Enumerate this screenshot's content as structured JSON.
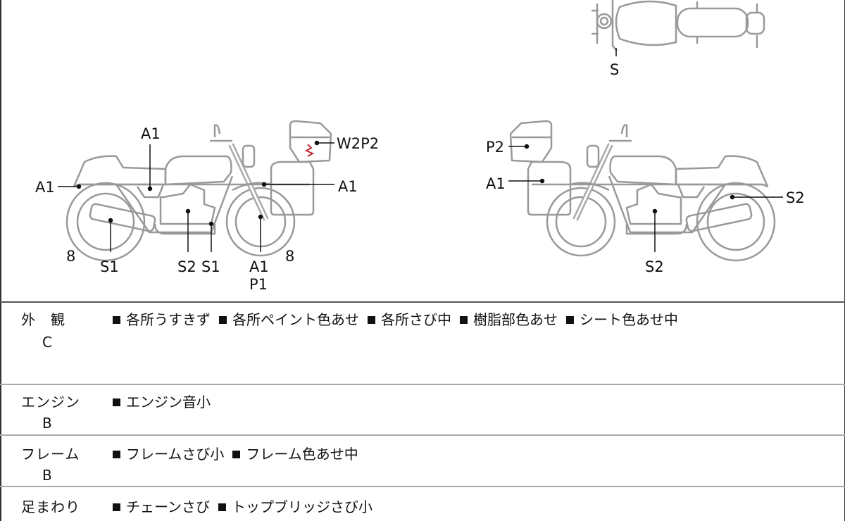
{
  "diagram": {
    "top_view_labels": [
      "S"
    ],
    "left_view_labels": {
      "a1_tank": "A1",
      "a1_tail": "A1",
      "w2p2": "W2P2",
      "a1_fender": "A1",
      "rear_tire": "8",
      "s1_muffler": "S1",
      "s2_engine": "S2",
      "s1_exhaust": "S1",
      "a1_fork": "A1",
      "p1_fork": "P1",
      "front_tire": "8"
    },
    "right_view_labels": {
      "p2_topcase": "P2",
      "a1_sidecase": "A1",
      "s2_rear": "S2",
      "s2_engine": "S2"
    },
    "scratch_mark_color": "#c0282d"
  },
  "sections": [
    {
      "category": "外　観",
      "grade": "C",
      "items": [
        "各所うすきず",
        "各所ペイント色あせ",
        "各所さび中",
        "樹脂部色あせ",
        "シート色あせ中"
      ]
    },
    {
      "category": "エンジン",
      "grade": "B",
      "items": [
        "エンジン音小"
      ]
    },
    {
      "category": "フレーム",
      "grade": "B",
      "items": [
        "フレームさび小",
        "フレーム色あせ中"
      ]
    },
    {
      "category": "足まわり",
      "grade": "",
      "items": [
        "チェーンさび",
        "トップブリッジさび小"
      ]
    }
  ]
}
